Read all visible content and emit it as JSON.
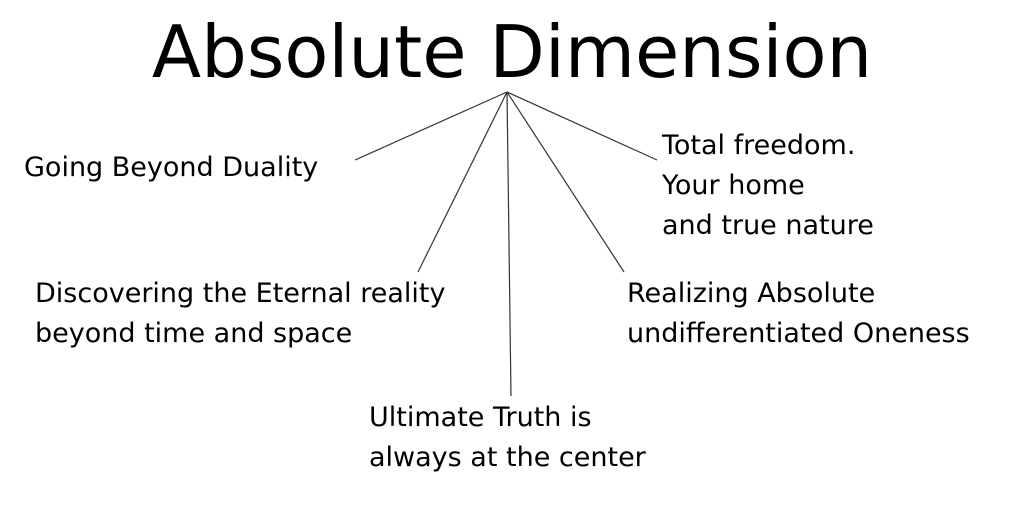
{
  "title": "Absolute Dimension",
  "nodes": {
    "duality": {
      "lines": [
        "Going Beyond Duality"
      ]
    },
    "freedom": {
      "lines": [
        "Total freedom.",
        "Your home",
        "and true nature"
      ]
    },
    "eternal": {
      "lines": [
        "Discovering the Eternal reality",
        "beyond time and space"
      ]
    },
    "oneness": {
      "lines": [
        "Realizing Absolute",
        "undifferentiated Oneness"
      ]
    },
    "truth": {
      "lines": [
        "Ultimate Truth is",
        "always at the center"
      ]
    }
  },
  "colors": {
    "text": "#000000",
    "line": "#333333",
    "background": "#ffffff"
  }
}
